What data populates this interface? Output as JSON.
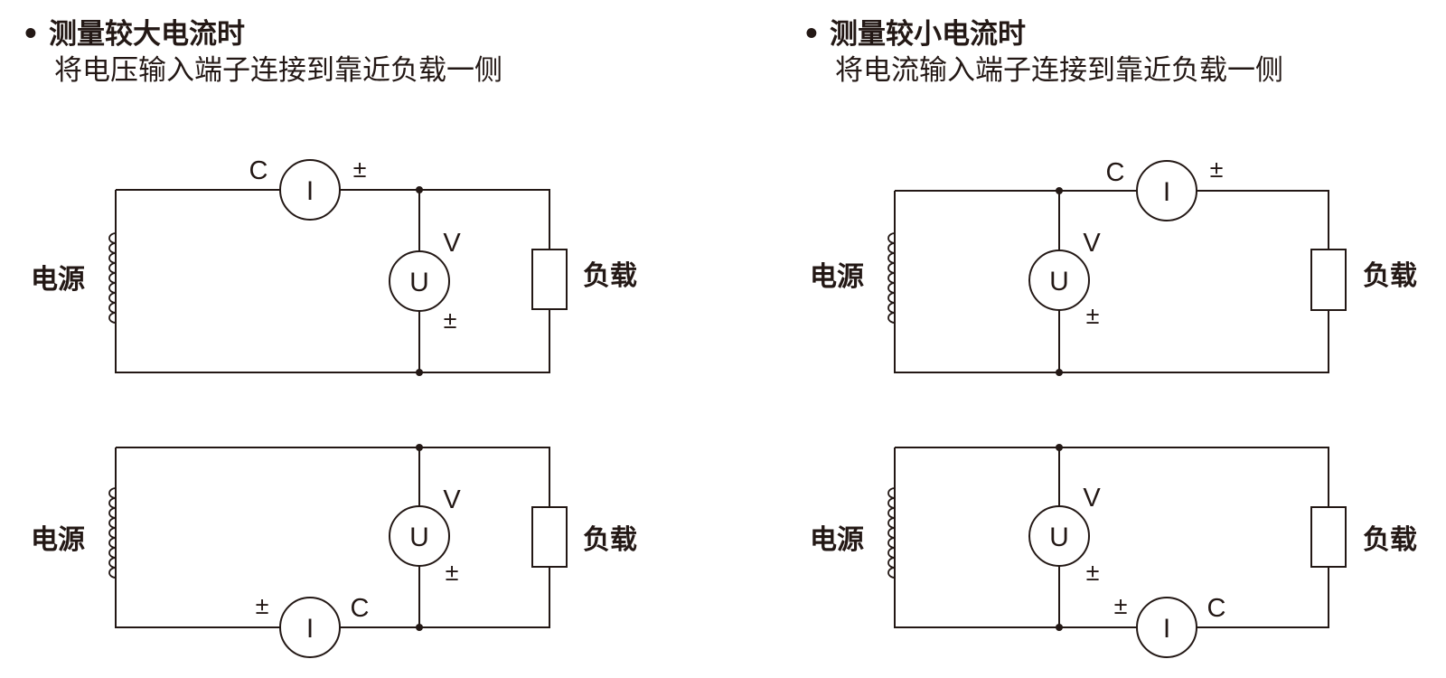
{
  "left": {
    "bullet": "•",
    "title": "测量较大电流时",
    "subtitle": "将电压输入端子连接到靠近负载一侧"
  },
  "right": {
    "bullet": "•",
    "title": "测量较小电流时",
    "subtitle": "将电流输入端子连接到靠近负载一侧"
  },
  "labels": {
    "source": "电源",
    "load": "负载",
    "ammeter": "I",
    "voltmeter": "U",
    "common": "C",
    "volt_label": "V",
    "plus_minus": "±"
  }
}
